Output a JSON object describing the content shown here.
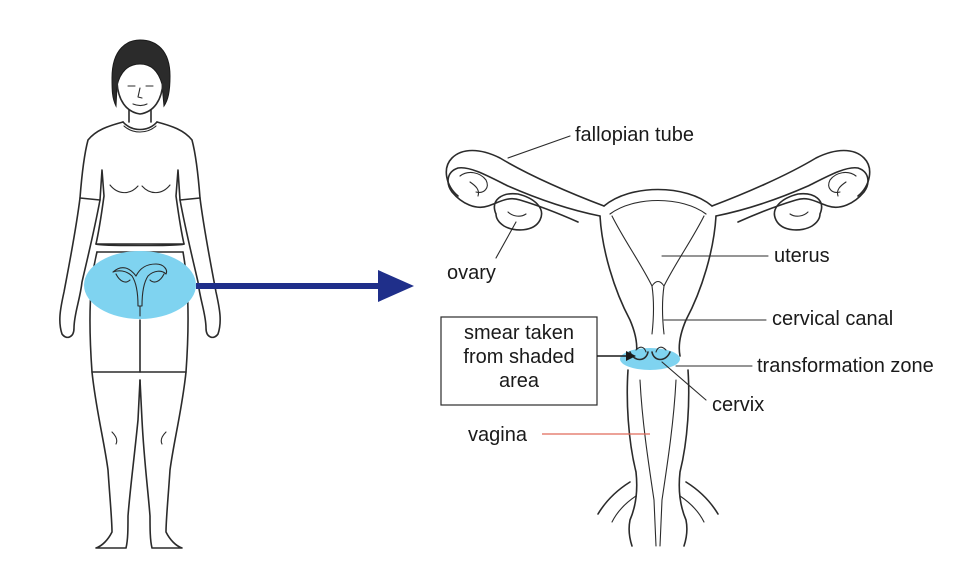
{
  "labels": {
    "fallopian_tube": "fallopian tube",
    "ovary": "ovary",
    "uterus": "uterus",
    "cervical_canal": "cervical canal",
    "transformation_zone": "transformation zone",
    "cervix": "cervix",
    "vagina": "vagina"
  },
  "callout_box": {
    "line1": "smear taken",
    "line2": "from shaded",
    "line3": "area"
  },
  "colors": {
    "highlight": "#7fd3f0",
    "arrow": "#1f2f8a",
    "line": "#2b2b2b",
    "leader_accent": "#e06a5a"
  }
}
